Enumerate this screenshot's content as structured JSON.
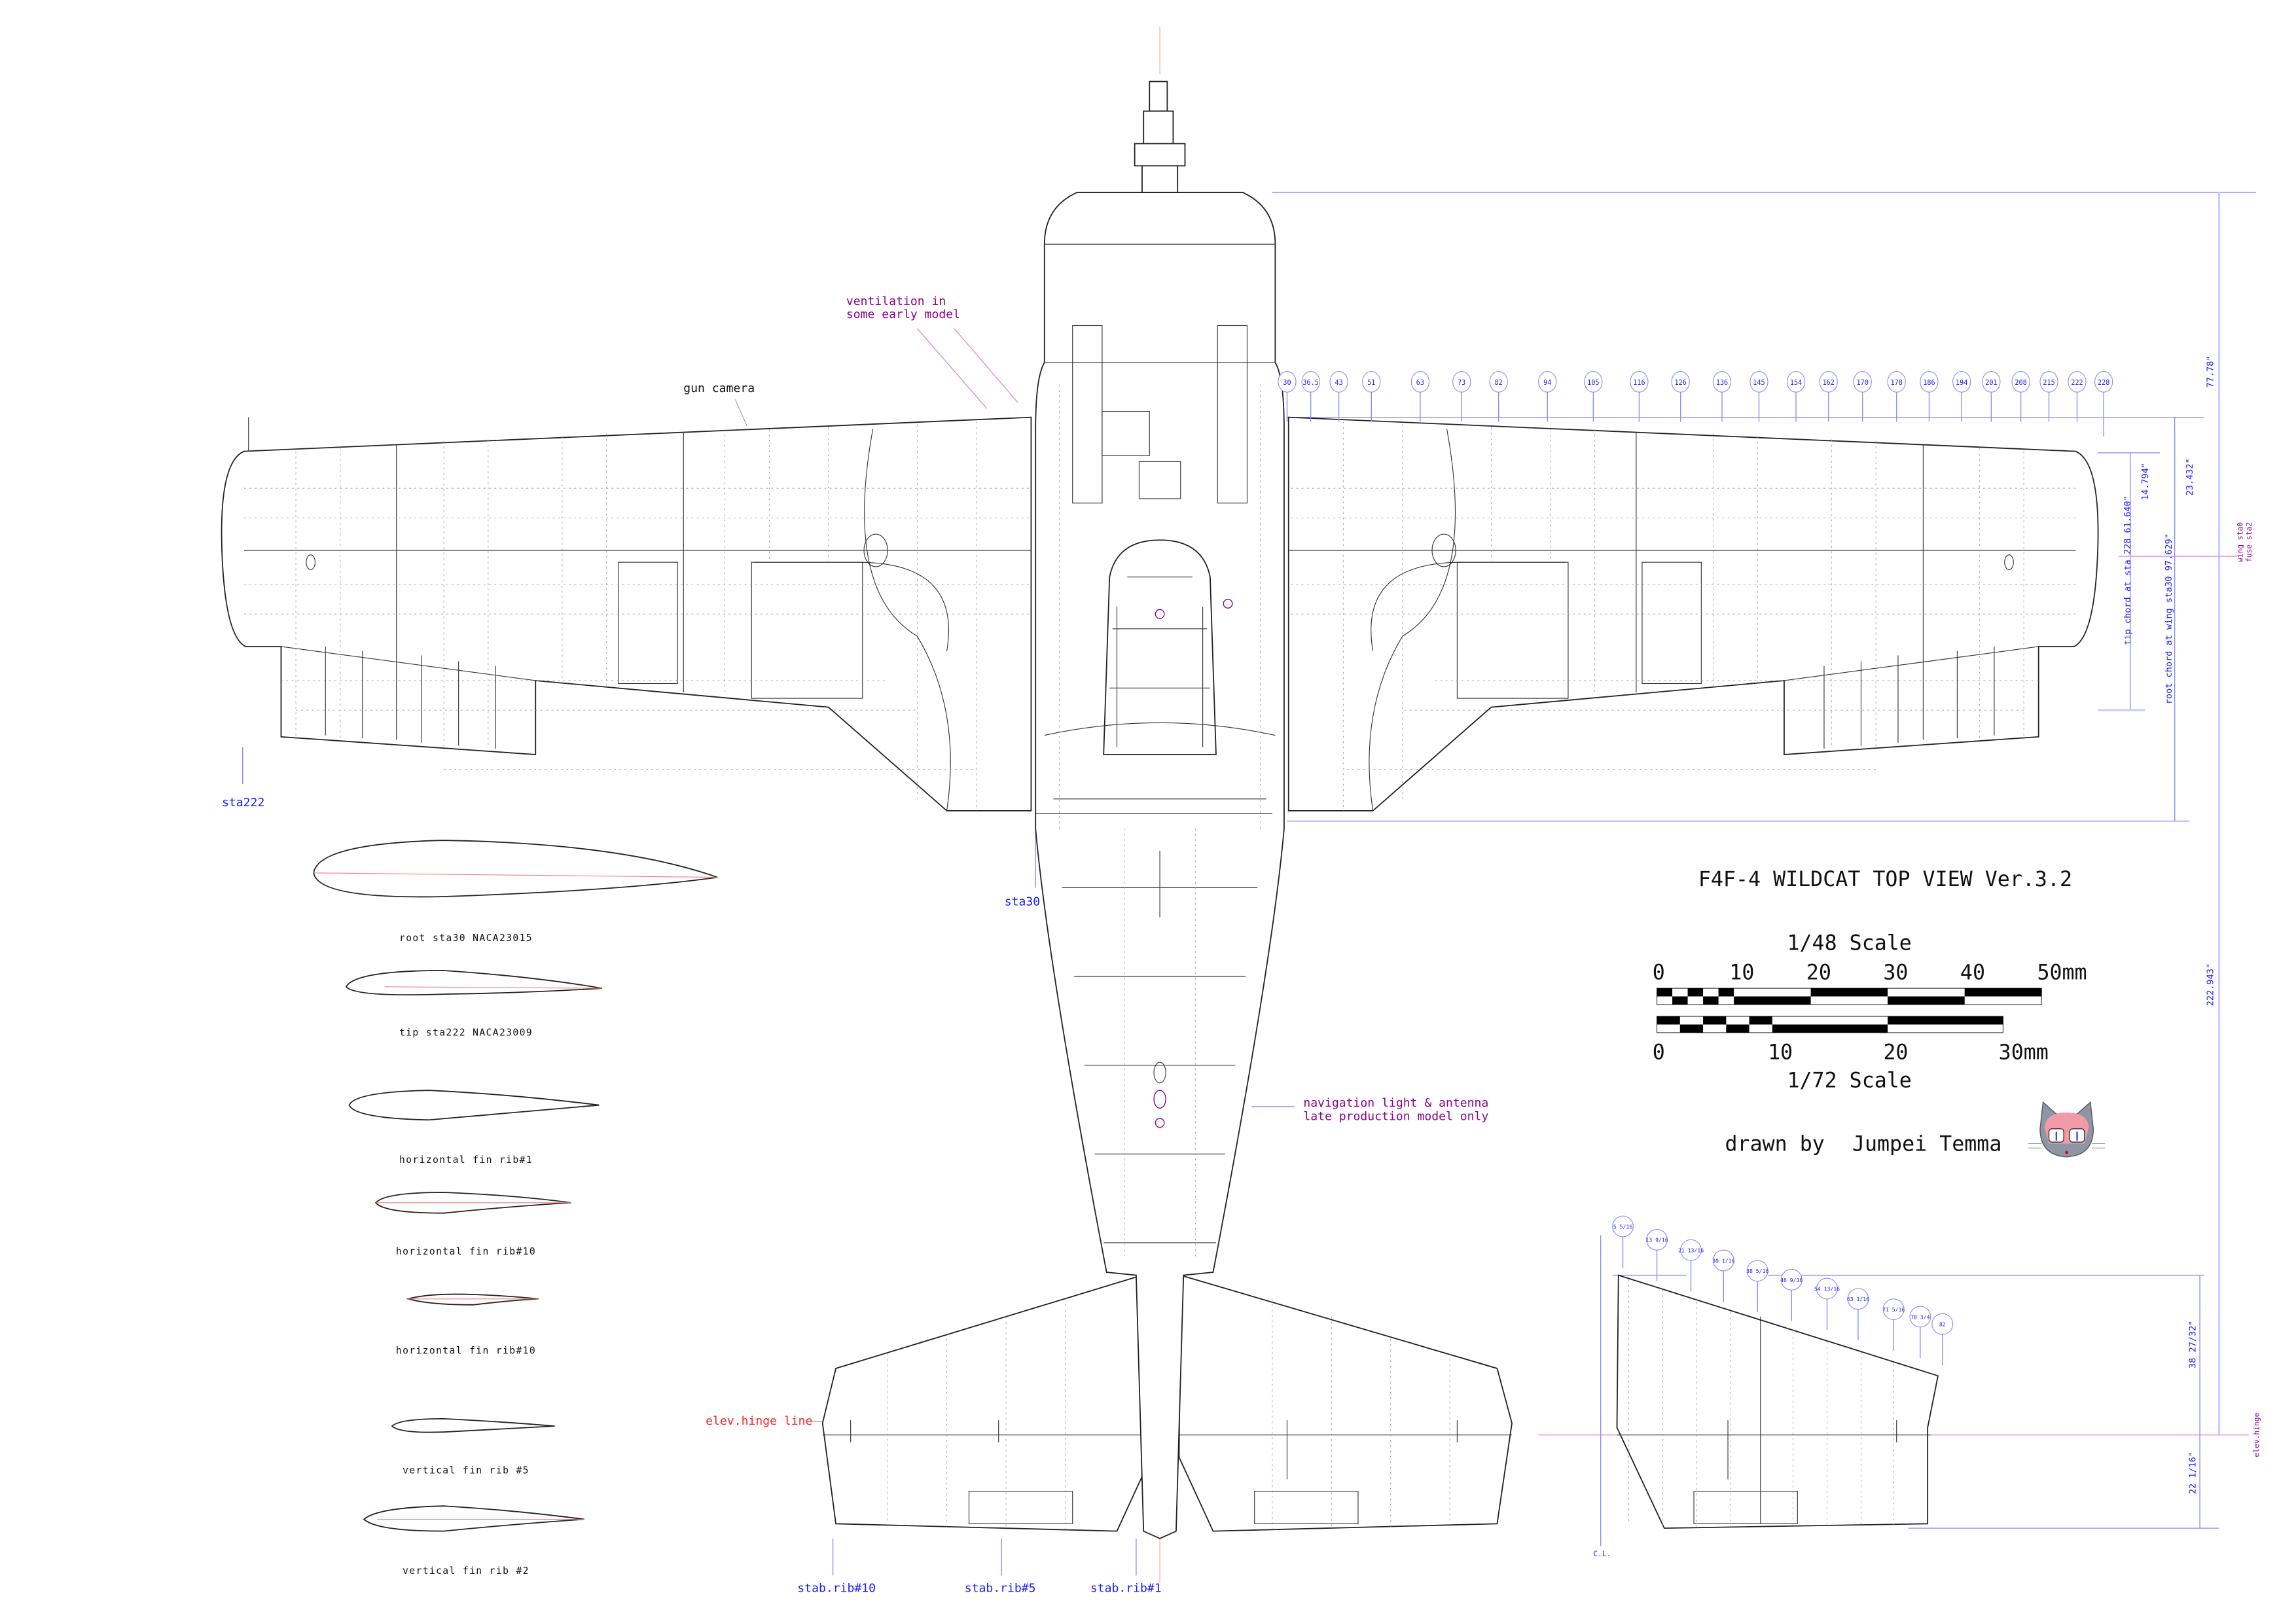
{
  "title": "F4F-4 WILDCAT TOP VIEW Ver.3.2",
  "author": {
    "prefix": "drawn by",
    "name": "Jumpei Temma"
  },
  "scale_48": {
    "label": "1/48 Scale",
    "ticks": [
      "0",
      "10",
      "20",
      "30",
      "40",
      "50mm"
    ]
  },
  "scale_72": {
    "label": "1/72 Scale",
    "ticks": [
      "0",
      "10",
      "20",
      "30mm"
    ]
  },
  "wing_stations": [
    "30",
    "36.5",
    "43",
    "51",
    "63",
    "73",
    "82",
    "94",
    "105",
    "116",
    "126",
    "136",
    "145",
    "154",
    "162",
    "170",
    "178",
    "186",
    "194",
    "201",
    "208",
    "215",
    "222",
    "228"
  ],
  "stab_stations": [
    "5 5/16",
    "13 9/16",
    "21 13/16",
    "30 1/16",
    "38 5/16",
    "46 9/16",
    "54 13/16",
    "63 1/16",
    "71 5/16",
    "78 3/4",
    "82"
  ],
  "dimensions": {
    "nose_to_wing": "77.78\"",
    "le_offset_root": "23.432\"",
    "le_offset_tip": "14.794\"",
    "tip_chord": "tip chord at sta 228  61.640\"",
    "root_chord": "root chord at wing sta30  97.629\"",
    "wing_datum": [
      "wing sta0",
      "fuse sta2"
    ],
    "overall": "222.943\"",
    "elev_hinge": "elev.hinge",
    "stab_front": "38 27/32\"",
    "stab_rear": "22 1/16\""
  },
  "annotations": {
    "ventilation": [
      "ventilation in",
      "some early model"
    ],
    "gun_camera": "gun camera",
    "nav_light": [
      "navigation light & antenna",
      "late production model only"
    ],
    "sta222": "sta222",
    "sta30": "sta30",
    "elev_hinge_line": "elev.hinge line",
    "stab_rib10": "stab.rib#10",
    "stab_rib5": "stab.rib#5",
    "stab_rib1": "stab.rib#1",
    "cl": "C.L."
  },
  "airfoils": [
    "root sta30 NACA23015",
    "tip sta222 NACA23009",
    "horizontal fin rib#1",
    "horizontal fin rib#10",
    "horizontal fin rib#10",
    "vertical fin rib #5",
    "vertical fin rib #2"
  ],
  "colors": {
    "dimension": "#8a8aff",
    "label_blue": "#1a1aff",
    "note_purple": "#8b008b",
    "hinge_red": "#ff2020"
  }
}
